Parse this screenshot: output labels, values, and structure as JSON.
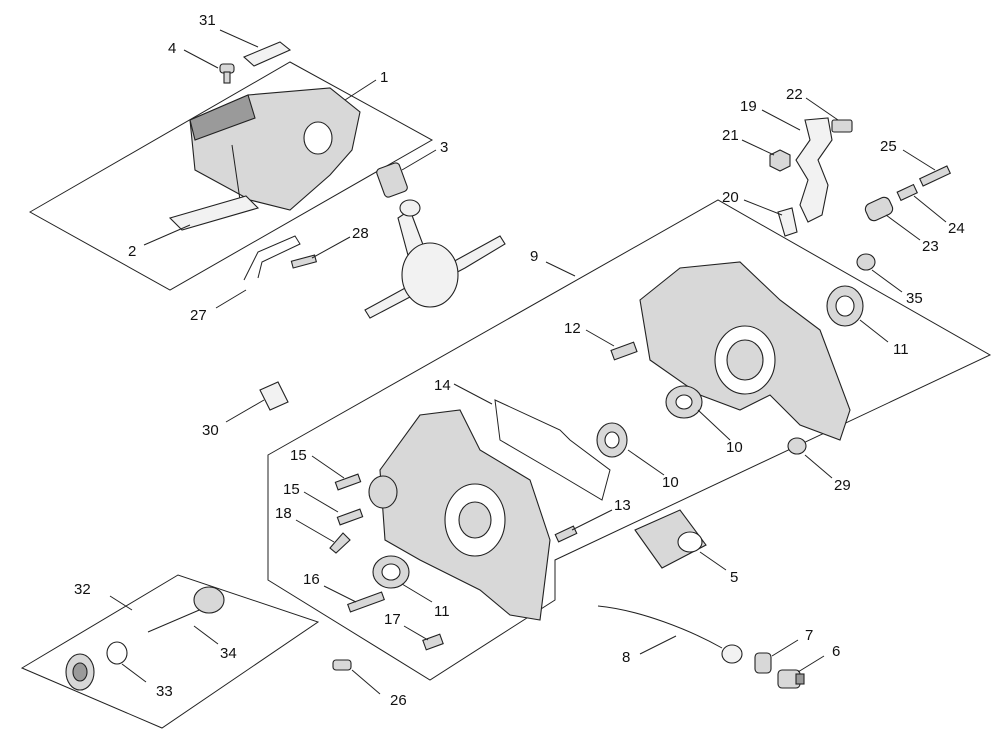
{
  "callouts": [
    {
      "id": "c31",
      "label": "31"
    },
    {
      "id": "c4",
      "label": "4"
    },
    {
      "id": "c1",
      "label": "1"
    },
    {
      "id": "c3",
      "label": "3"
    },
    {
      "id": "c2",
      "label": "2"
    },
    {
      "id": "c28",
      "label": "28"
    },
    {
      "id": "c27",
      "label": "27"
    },
    {
      "id": "c22",
      "label": "22"
    },
    {
      "id": "c19",
      "label": "19"
    },
    {
      "id": "c21",
      "label": "21"
    },
    {
      "id": "c25",
      "label": "25"
    },
    {
      "id": "c20",
      "label": "20"
    },
    {
      "id": "c24",
      "label": "24"
    },
    {
      "id": "c23",
      "label": "23"
    },
    {
      "id": "c9",
      "label": "9"
    },
    {
      "id": "c35",
      "label": "35"
    },
    {
      "id": "c11a",
      "label": "11"
    },
    {
      "id": "c12",
      "label": "12"
    },
    {
      "id": "c14",
      "label": "14"
    },
    {
      "id": "c30",
      "label": "30"
    },
    {
      "id": "c10a",
      "label": "10"
    },
    {
      "id": "c10b",
      "label": "10"
    },
    {
      "id": "c29",
      "label": "29"
    },
    {
      "id": "c15a",
      "label": "15"
    },
    {
      "id": "c15b",
      "label": "15"
    },
    {
      "id": "c18",
      "label": "18"
    },
    {
      "id": "c13",
      "label": "13"
    },
    {
      "id": "c5",
      "label": "5"
    },
    {
      "id": "c16",
      "label": "16"
    },
    {
      "id": "c11b",
      "label": "11"
    },
    {
      "id": "c17",
      "label": "17"
    },
    {
      "id": "c32",
      "label": "32"
    },
    {
      "id": "c34",
      "label": "34"
    },
    {
      "id": "c33",
      "label": "33"
    },
    {
      "id": "c8",
      "label": "8"
    },
    {
      "id": "c7",
      "label": "7"
    },
    {
      "id": "c6",
      "label": "6"
    },
    {
      "id": "c26",
      "label": "26"
    }
  ]
}
